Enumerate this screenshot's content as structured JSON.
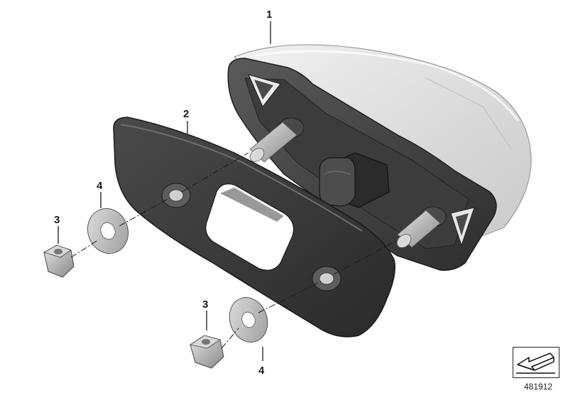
{
  "diagram": {
    "callouts": [
      {
        "id": "callout-1",
        "label": "1"
      },
      {
        "id": "callout-2",
        "label": "2"
      },
      {
        "id": "callout-3-upper",
        "label": "3"
      },
      {
        "id": "callout-4-upper",
        "label": "4"
      },
      {
        "id": "callout-3-lower",
        "label": "3"
      },
      {
        "id": "callout-4-lower",
        "label": "4"
      }
    ],
    "reference_number": "481912",
    "icons": {
      "navigation": "arrow-return-icon"
    }
  }
}
